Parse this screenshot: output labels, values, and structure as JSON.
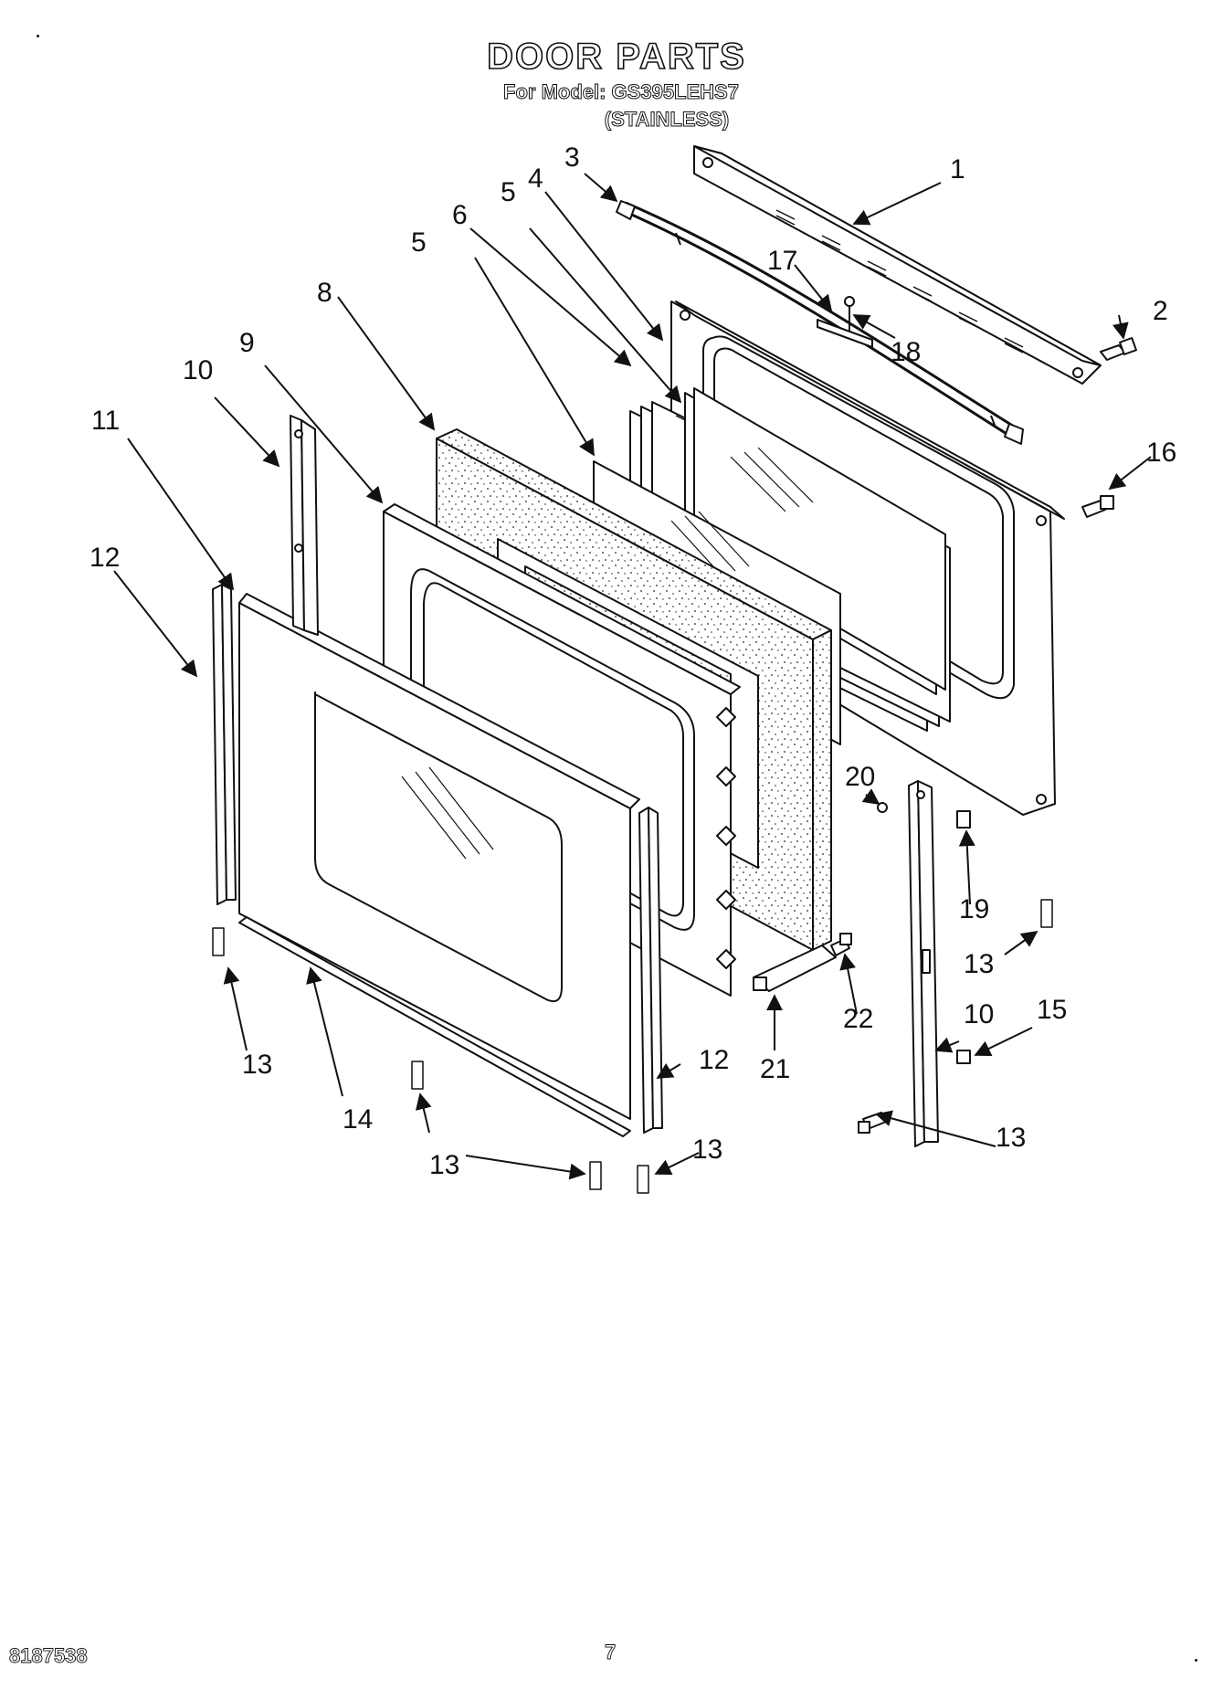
{
  "header": {
    "title": "DOOR PARTS",
    "model_line": "For Model: GS395LEHS7",
    "finish": "(STAINLESS)"
  },
  "callouts": [
    "1",
    "2",
    "3",
    "4",
    "5",
    "5",
    "6",
    "8",
    "9",
    "10",
    "11",
    "12",
    "16",
    "17",
    "18",
    "20",
    "19",
    "13",
    "22",
    "10",
    "15",
    "21",
    "12",
    "13",
    "14",
    "13",
    "13",
    "13"
  ],
  "footer": {
    "document_number": "8187538",
    "page_number": "7"
  }
}
